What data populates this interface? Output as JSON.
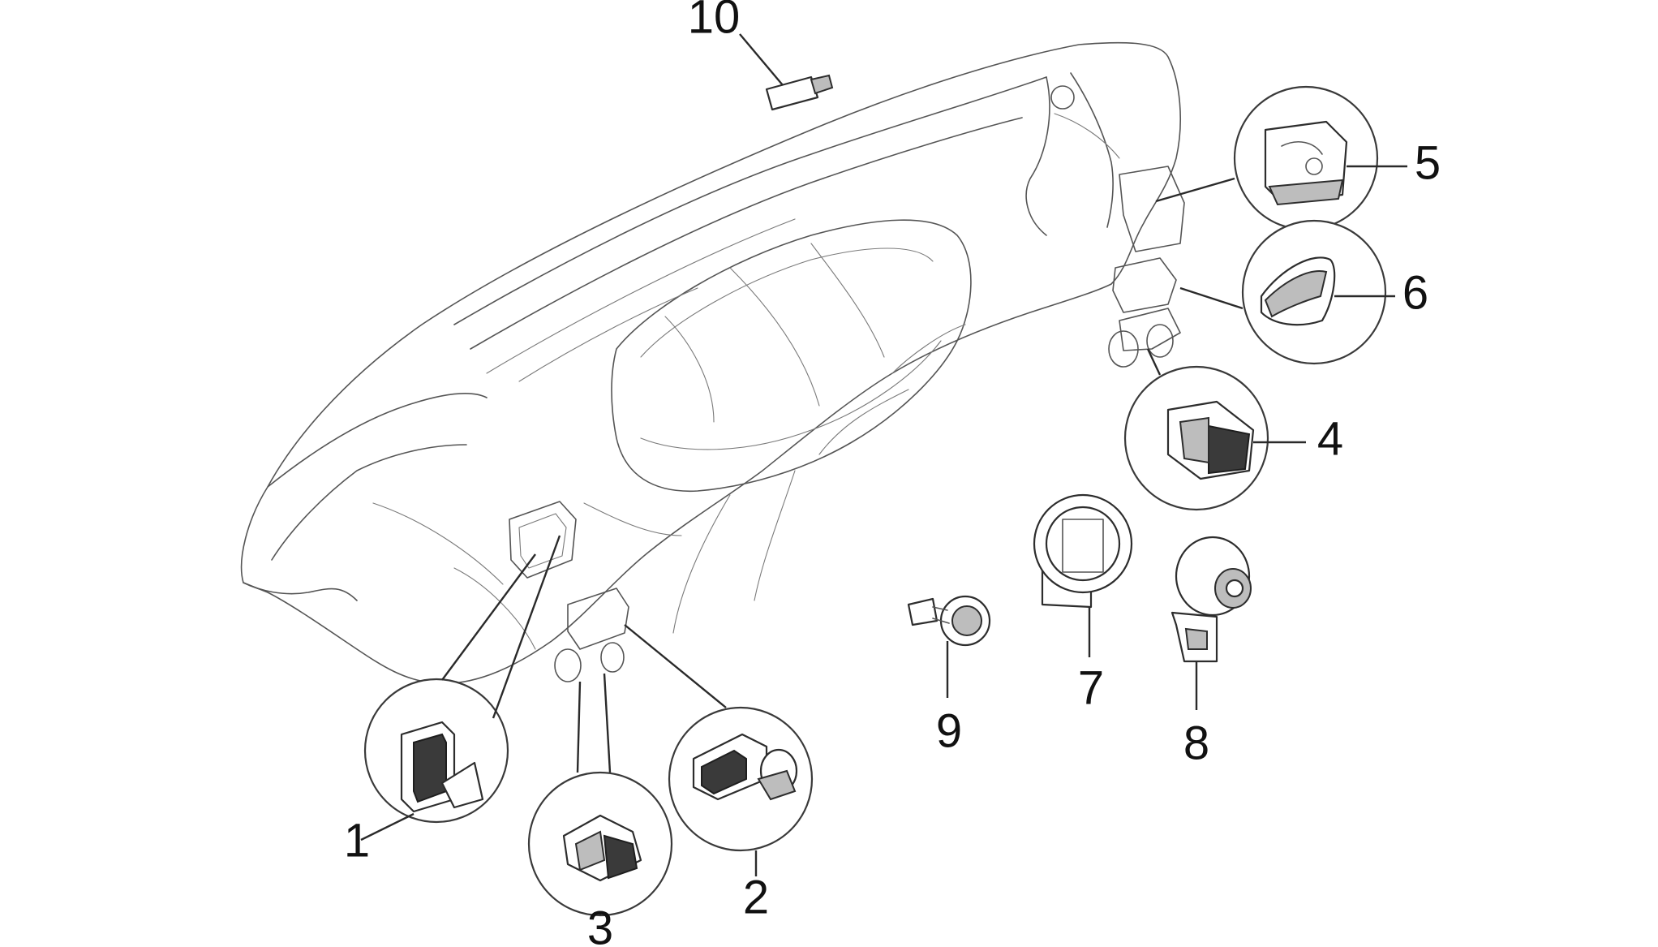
{
  "diagram": {
    "labels": [
      {
        "id": "1",
        "text": "1"
      },
      {
        "id": "2",
        "text": "2"
      },
      {
        "id": "3",
        "text": "3"
      },
      {
        "id": "4",
        "text": "4"
      },
      {
        "id": "5",
        "text": "5"
      },
      {
        "id": "6",
        "text": "6"
      },
      {
        "id": "7",
        "text": "7"
      },
      {
        "id": "8",
        "text": "8"
      },
      {
        "id": "9",
        "text": "9"
      },
      {
        "id": "10",
        "text": "10"
      }
    ],
    "colors": {
      "line": "#2d2d2d",
      "panel_outline": "#555555",
      "background": "#ffffff"
    }
  }
}
